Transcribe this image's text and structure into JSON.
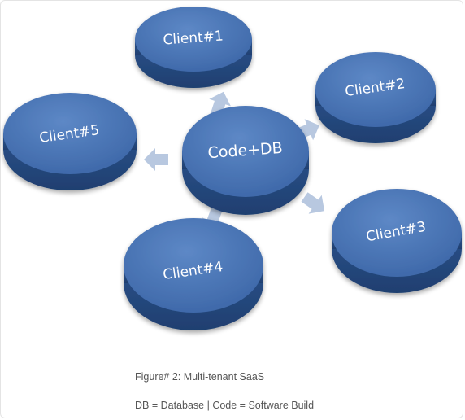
{
  "diagram": {
    "center": "Code+DB",
    "clients": [
      "Client#1",
      "Client#2",
      "Client#3",
      "Client#4",
      "Client#5"
    ]
  },
  "caption": {
    "figure": "Figure# 2: Multi-tenant SaaS",
    "legend": "DB = Database | Code = Software Build"
  },
  "colors": {
    "disk_top": "#4a74b5",
    "disk_side": "#2a4f86",
    "arrow": "#b8c8e0"
  }
}
